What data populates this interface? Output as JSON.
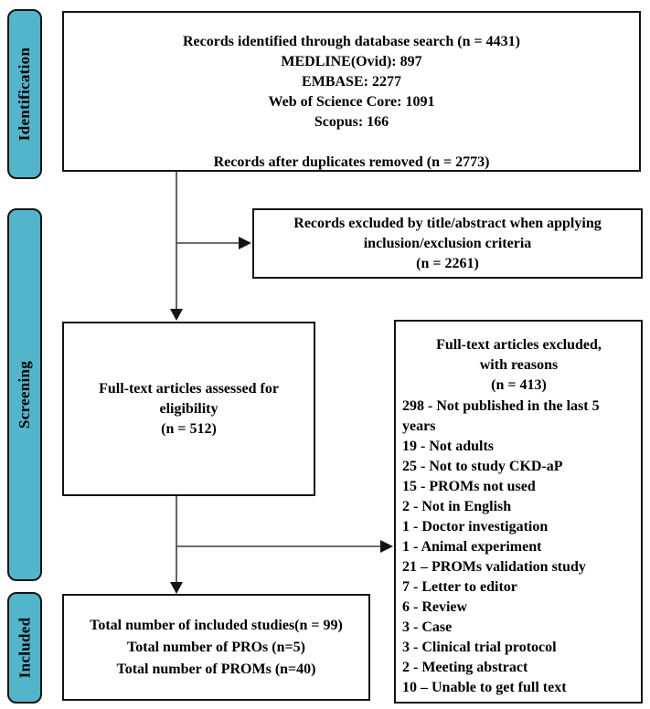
{
  "diagram": {
    "stages": [
      {
        "label": "Identification"
      },
      {
        "label": "Screening"
      },
      {
        "label": "Included"
      }
    ],
    "boxes": {
      "records_identified": {
        "lines": [
          "Records identified through database search (n = 4431)",
          "MEDLINE(Ovid): 897",
          "EMBASE: 2277",
          "Web of Science Core: 1091",
          "Scopus: 166",
          "",
          "Records after duplicates removed (n = 2773)"
        ]
      },
      "records_excluded": {
        "lines": [
          "Records excluded by title/abstract when applying",
          "inclusion/exclusion criteria",
          "(n = 2261)"
        ]
      },
      "fulltext_assessed": {
        "lines": [
          "Full-text articles assessed for",
          "eligibility",
          "(n = 512)"
        ]
      },
      "fulltext_excluded": {
        "header_lines": [
          "Full-text articles excluded,",
          "with reasons",
          "(n = 413)"
        ],
        "reasons": [
          "298 - Not published in the last 5 years",
          "19 - Not adults",
          "25 - Not to study CKD-aP",
          "15 - PROMs not used",
          "2 - Not in English",
          "1 - Doctor investigation",
          "1 - Animal experiment",
          "21 – PROMs validation study",
          "7 - Letter to editor",
          "6 - Review",
          "3 - Case",
          "3 - Clinical trial protocol",
          "2 - Meeting abstract",
          "10 – Unable to get full text"
        ]
      },
      "included_totals": {
        "lines": [
          "Total number of included studies(n = 99)",
          "Total number of PROs (n=5)",
          "Total number of PROMs (n=40)"
        ]
      }
    },
    "colors": {
      "stage_fill": "#53b5c9",
      "line": "#141414",
      "arrow": "#3d3d3d",
      "arrow_head": "#141414",
      "background": "#ffffff",
      "text": "#000000"
    }
  }
}
